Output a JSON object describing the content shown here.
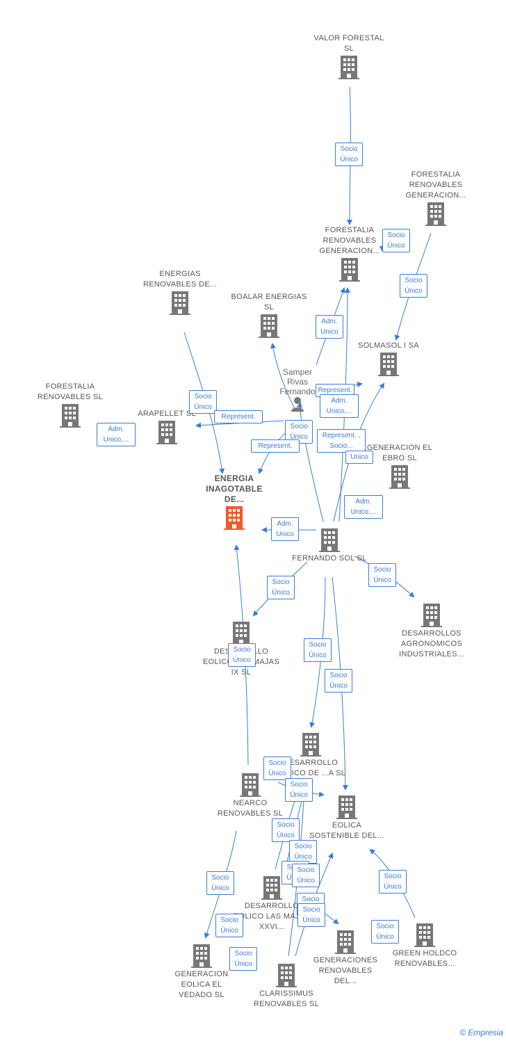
{
  "colors": {
    "node": "#777777",
    "main_node": "#f05a28",
    "edge": "#3a7bd5"
  },
  "nodes": {
    "valor": "VALOR FORESTAL SL",
    "forestalia_gen_top": "FORESTALIA RENOVABLES GENERACION...",
    "forestalia_gen_mid": "FORESTALIA RENOVABLES GENERACION...",
    "energias_renov": "ENERGIAS RENOVABLES DE...",
    "boalar": "BOALAR ENERGIAS SL",
    "solmasol": "SOLMASOL I SA",
    "forestalia_renov": "FORESTALIA RENOVABLES SL",
    "arapellet": "ARAPELLET SL",
    "generacion_ebro": "GENERACION EL EBRO SL",
    "energia_inagotable": "ENERGIA INAGOTABLE DE...",
    "fernando_sol": "FERNANDO SOL SL",
    "desarrollos_agro": "DESARROLLOS AGRONOMICOS INDUSTRIALES...",
    "desarrollo_majas_ix": "DESARROLLO EOLICO LAS MAJAS IX SL",
    "desarrollo_eolico_c": "DESARROLLO EOLICO DE ...A SL",
    "nearco": "NEARCO RENOVABLES SL",
    "eolica_sostenible": "EOLICA SOSTENIBLE DEL...",
    "desarrollo_majas_xxvi": "DESARROLLO EOLICO LAS MAJAS XXVI...",
    "generacion_vedado": "GENERACION EOLICA EL VEDADO SL",
    "clarissimus": "CLARISSIMUS RENOVABLES SL",
    "generaciones_renov": "GENERACIONES RENOVABLES DEL...",
    "green_holdco": "GREEN HOLDCO RENOVABLES..."
  },
  "person": {
    "name": "Samper Rivas Fernando"
  },
  "badges": {
    "socio": "Socio Único",
    "adm_unico": "Adm. Unico",
    "adm_unico_more": "Adm. Unico,...",
    "represent": "Represent.",
    "represent_socio": "Represent. , Socio...",
    "unico": "Unico"
  },
  "footer": {
    "brand": "Empresia",
    "copyright": "©"
  }
}
